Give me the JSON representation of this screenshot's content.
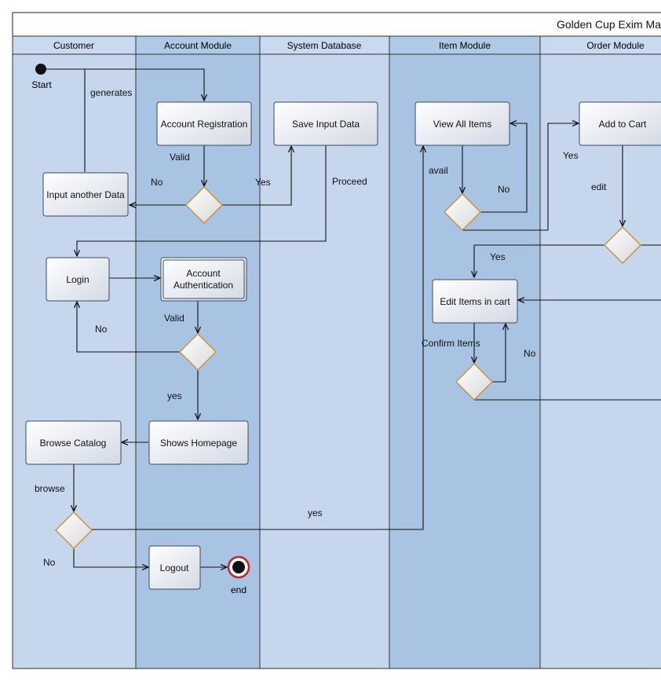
{
  "title": "Golden Cup Exim Ma",
  "lanes": [
    {
      "label": "Customer"
    },
    {
      "label": "Account Module"
    },
    {
      "label": "System Database"
    },
    {
      "label": "Item Module"
    },
    {
      "label": "Order Module"
    }
  ],
  "nodes": {
    "start_label": "Start",
    "account_registration": "Account Registration",
    "save_input_data": "Save Input Data",
    "view_all_items": "View All Items",
    "add_to_cart": "Add to Cart",
    "input_another_data": "Input another Data",
    "login": "Login",
    "account_authentication_line1": "Account",
    "account_authentication_line2": "Authentication",
    "edit_items_in_cart": "Edit Items in cart",
    "browse_catalog": "Browse Catalog",
    "shows_homepage": "Shows Homepage",
    "logout": "Logout",
    "end_label": "end"
  },
  "edge_labels": {
    "generates": "generates",
    "valid_registration": "Valid",
    "no_registration": "No",
    "yes_registration": "Yes",
    "proceed": "Proceed",
    "avail": "avail",
    "no_items": "No",
    "yes_cart": "Yes",
    "edit": "edit",
    "yes_edit": "Yes",
    "no_login": "No",
    "valid_auth": "Valid",
    "yes_auth": "yes",
    "confirm_items": "Confirm Items",
    "no_confirm": "No",
    "browse": "browse",
    "yes_browse": "yes",
    "no_browse": "No"
  }
}
